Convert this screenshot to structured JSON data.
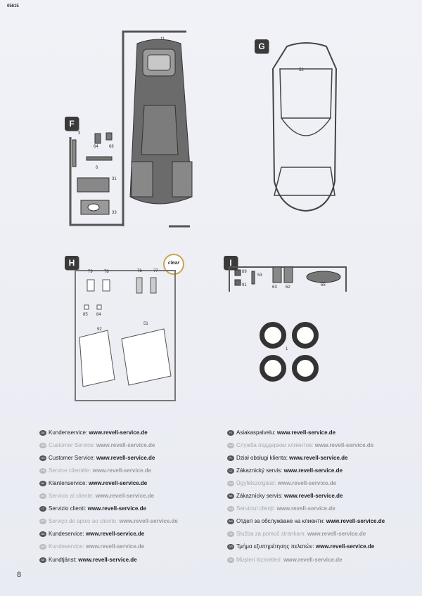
{
  "doc_code": "05615",
  "page_number": "8",
  "steps": {
    "f": {
      "badge": "F",
      "parts": [
        "3",
        "64",
        "68",
        "6",
        "31",
        "33"
      ]
    },
    "main": {
      "part": "11"
    },
    "g": {
      "badge": "G",
      "part": "52"
    },
    "h": {
      "badge": "H",
      "clear": "clear",
      "parts": [
        "79",
        "78",
        "76",
        "77",
        "85",
        "84",
        "92",
        "51"
      ]
    },
    "i": {
      "badge": "I",
      "parts": [
        "89",
        "91",
        "53",
        "63",
        "62",
        "55"
      ],
      "tire_part": "1"
    }
  },
  "services_left": [
    {
      "code": "DE",
      "label": "Kundenservice:",
      "url": "www.revell-service.de",
      "dim": false
    },
    {
      "code": "GB",
      "label": "Customer Service:",
      "url": "www.revell-service.de",
      "dim": true
    },
    {
      "code": "US",
      "label": "Customer Service:",
      "url": "www.revell-service.de",
      "dim": false
    },
    {
      "code": "FR",
      "label": "Service clientèle:",
      "url": "www.revell-service.de",
      "dim": true
    },
    {
      "code": "NL",
      "label": "Klantenservice:",
      "url": "www.revell-service.de",
      "dim": false
    },
    {
      "code": "ES",
      "label": "Servicio al cliente:",
      "url": "www.revell-service.de",
      "dim": true
    },
    {
      "code": "IT",
      "label": "Servizio clienti:",
      "url": "www.revell-service.de",
      "dim": false
    },
    {
      "code": "PT",
      "label": "Serviço de apoio ao cliente:",
      "url": "www.revell-service.de",
      "dim": true
    },
    {
      "code": "DK",
      "label": "Kundeservice:",
      "url": "www.revell-service.de",
      "dim": false
    },
    {
      "code": "NO",
      "label": "Kundeservice:",
      "url": "www.revell-service.de",
      "dim": true
    },
    {
      "code": "SE",
      "label": "Kundtjänst:",
      "url": "www.revell-service.de",
      "dim": false
    }
  ],
  "services_right": [
    {
      "code": "FI",
      "label": "Asiakaspalvelu:",
      "url": "www.revell-service.de",
      "dim": false
    },
    {
      "code": "RU",
      "label": "Служба поддержки клиентов:",
      "url": "www.revell-service.de",
      "dim": true
    },
    {
      "code": "PL",
      "label": "Dział obsługi klienta:",
      "url": "www.revell-service.de",
      "dim": false
    },
    {
      "code": "CZ",
      "label": "Zákaznický servis:",
      "url": "www.revell-service.de",
      "dim": false
    },
    {
      "code": "HU",
      "label": "Ügyfélszolgálat:",
      "url": "www.revell-service.de",
      "dim": true
    },
    {
      "code": "SK",
      "label": "Zákaznícky servis:",
      "url": "www.revell-service.de",
      "dim": false
    },
    {
      "code": "RO",
      "label": "Serviciul clienți:",
      "url": "www.revell-service.de",
      "dim": true
    },
    {
      "code": "BG",
      "label": "Отдел за обслужване на клиенти:",
      "url": "www.revell-service.de",
      "dim": false
    },
    {
      "code": "SI",
      "label": "Služba za pomoč strankam:",
      "url": "www.revell-service.de",
      "dim": true
    },
    {
      "code": "GR",
      "label": "Τμήμα εξυπηρέτησης πελατών:",
      "url": "www.revell-service.de",
      "dim": false
    },
    {
      "code": "TR",
      "label": "Müşteri hizmetleri:",
      "url": "www.revell-service.de",
      "dim": true
    }
  ]
}
